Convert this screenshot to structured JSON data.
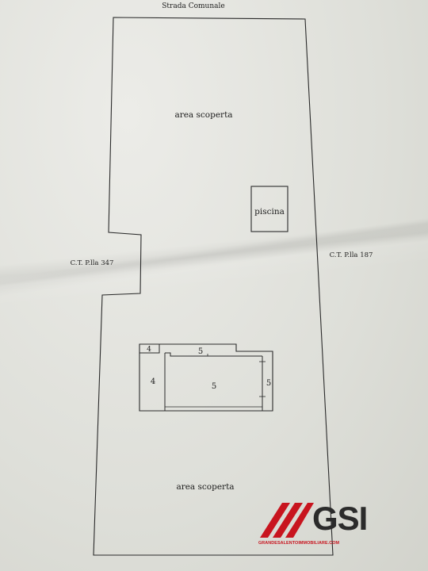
{
  "labels": {
    "road": "Strada Comunale",
    "area_top": "area scoperta",
    "pool": "piscina",
    "parcel_left": "C.T. P.lla 347",
    "parcel_right": "C.T. P.lla 187",
    "area_bottom": "area scoperta"
  },
  "rooms": {
    "r1": "4",
    "r2": "5",
    "r3": "4",
    "r4": "5",
    "r5": "5"
  },
  "logo": {
    "word": "GSI",
    "tagline": "GRANDESALENTOIMMOBILIARE.COM",
    "brand_color": "#c8141e",
    "text_color": "#2b2b2b"
  }
}
